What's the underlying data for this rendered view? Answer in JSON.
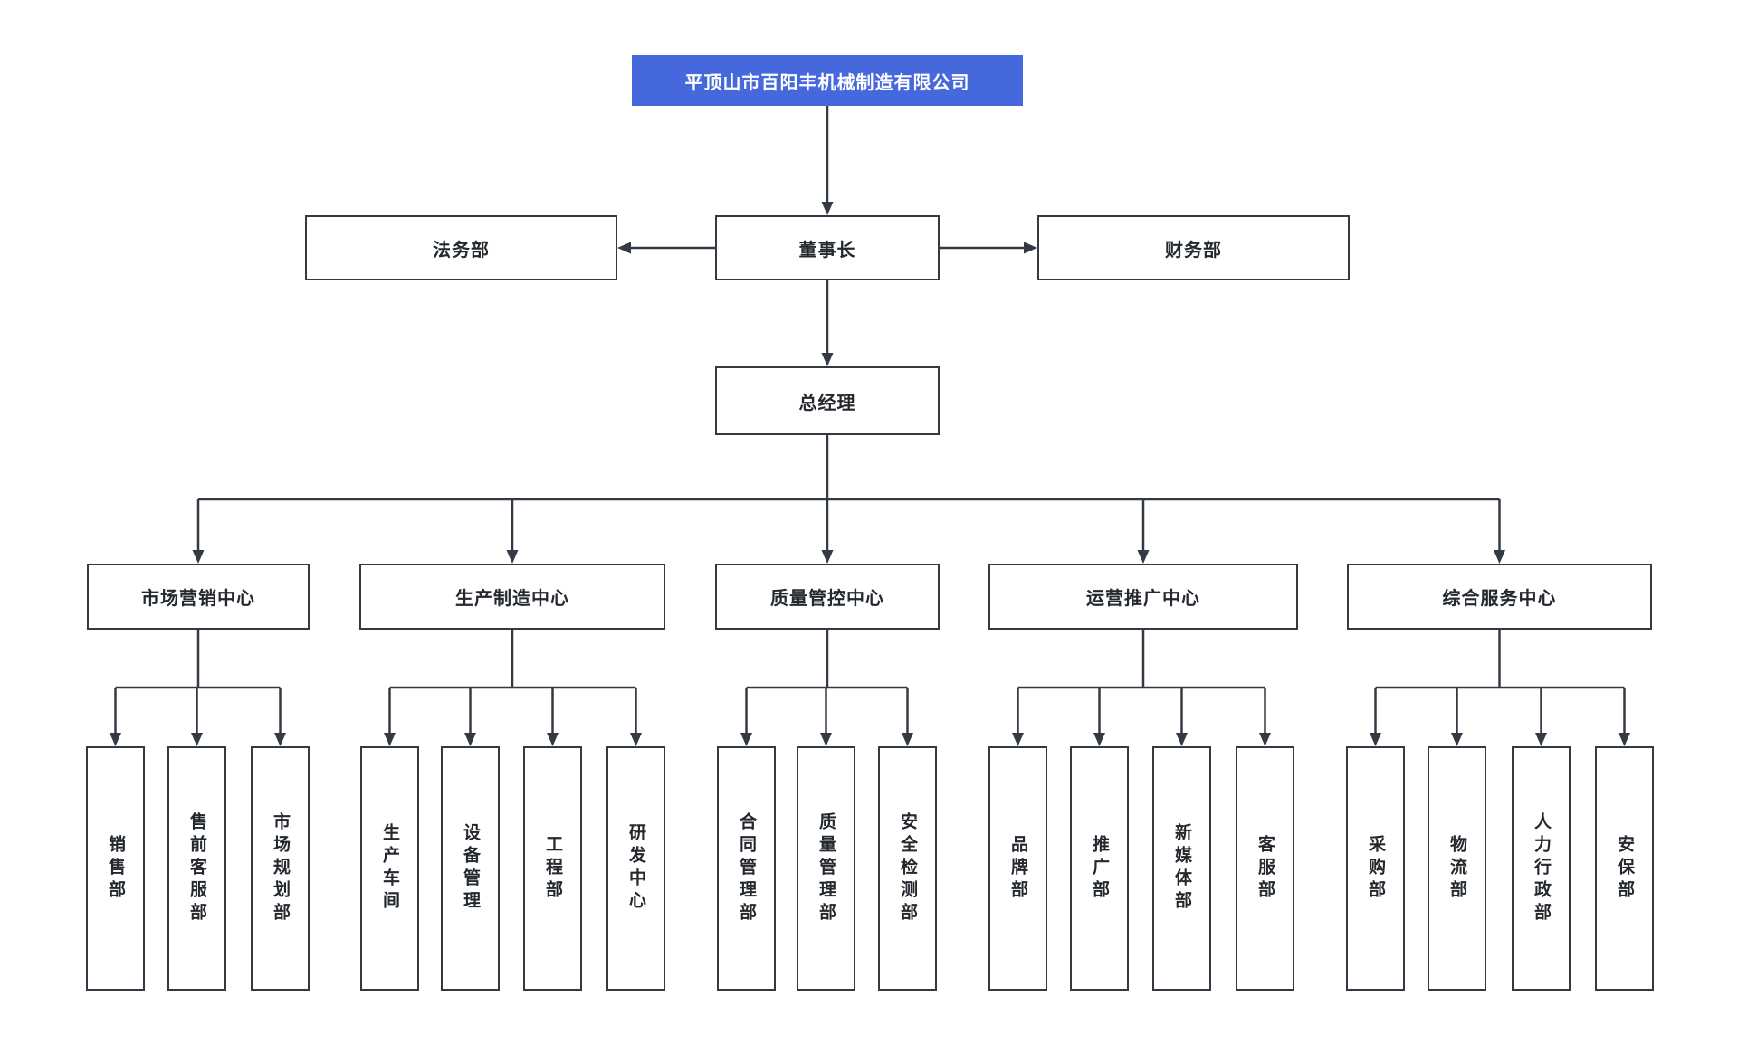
{
  "colors": {
    "accent_blue": "#4568dd",
    "node_border": "#333a43",
    "connector": "#333a43",
    "text_dark": "#24292f",
    "text_on_accent": "#ffffff",
    "background": "#ffffff"
  },
  "org": {
    "company": {
      "label": "平顶山市百阳丰机械制造有限公司"
    },
    "chairman": {
      "label": "董事长"
    },
    "legal": {
      "label": "法务部"
    },
    "finance": {
      "label": "财务部"
    },
    "general_manager": {
      "label": "总经理"
    },
    "centers": [
      {
        "id": "marketing-center",
        "label": "市场营销中心",
        "departments": [
          "销售部",
          "售前客服部",
          "市场规划部"
        ]
      },
      {
        "id": "production-center",
        "label": "生产制造中心",
        "departments": [
          "生产车间",
          "设备管理",
          "工程部",
          "研发中心"
        ]
      },
      {
        "id": "quality-center",
        "label": "质量管控中心",
        "departments": [
          "合同管理部",
          "质量管理部",
          "安全检测部"
        ]
      },
      {
        "id": "operations-center",
        "label": "运营推广中心",
        "departments": [
          "品牌部",
          "推广部",
          "新媒体部",
          "客服部"
        ]
      },
      {
        "id": "services-center",
        "label": "综合服务中心",
        "departments": [
          "采购部",
          "物流部",
          "人力行政部",
          "安保部"
        ]
      }
    ]
  }
}
